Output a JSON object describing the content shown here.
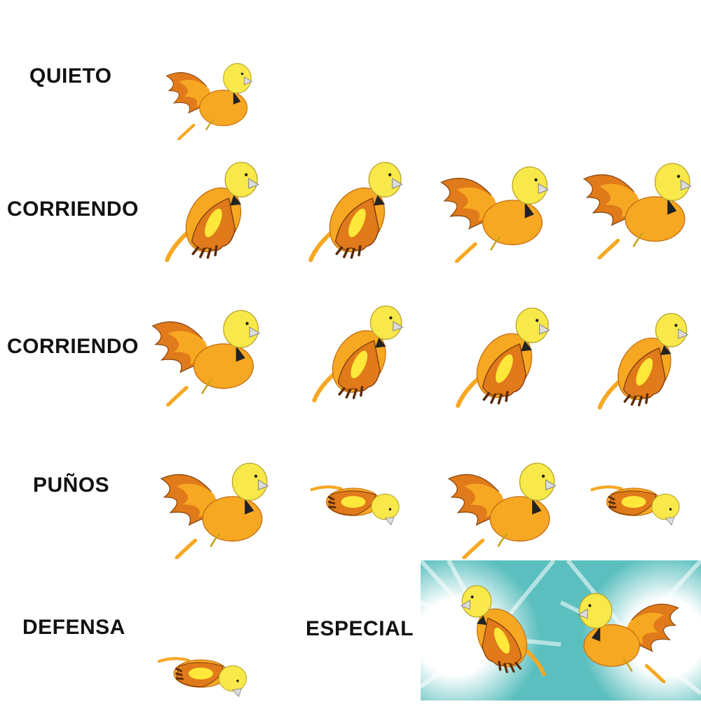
{
  "labels": {
    "quieto": "QUIETO",
    "corriendo_1": "CORRIENDO",
    "corriendo_2": "CORRIENDO",
    "punos": "PUÑOS",
    "defensa": "DEFENSA",
    "especial": "ESPECIAL"
  },
  "colors": {
    "body": "#f7a823",
    "head": "#f8e84a",
    "wing": "#e07a1a",
    "wing_dark": "#7a3a0e",
    "highlight": "#ffe83a",
    "beak": "#dcdcdc",
    "background": "#ffffff",
    "special_glow": "#5bbfbf"
  }
}
